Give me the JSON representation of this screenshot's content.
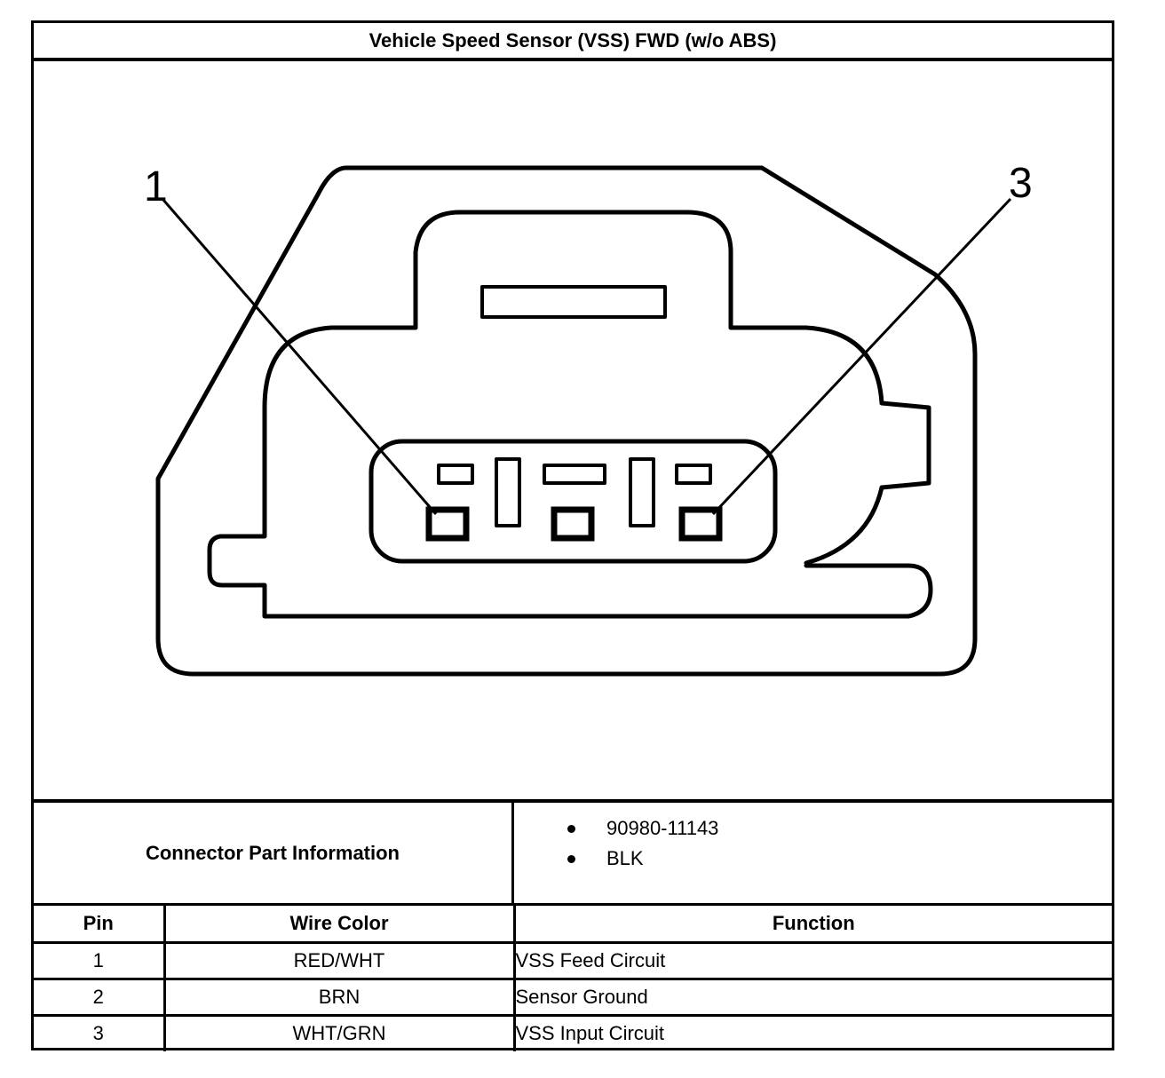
{
  "title": "Vehicle Speed Sensor (VSS) FWD (w/o ABS)",
  "diagram": {
    "pin_callouts": [
      "1",
      "3"
    ]
  },
  "connector_info": {
    "label": "Connector Part Information",
    "items": [
      "90980-11143",
      "BLK"
    ]
  },
  "pin_table": {
    "headers": {
      "pin": "Pin",
      "wire_color": "Wire Color",
      "function": "Function"
    },
    "rows": [
      {
        "pin": "1",
        "wire_color": "RED/WHT",
        "function": "VSS Feed Circuit"
      },
      {
        "pin": "2",
        "wire_color": "BRN",
        "function": "Sensor Ground"
      },
      {
        "pin": "3",
        "wire_color": "WHT/GRN",
        "function": "VSS Input Circuit"
      }
    ]
  }
}
